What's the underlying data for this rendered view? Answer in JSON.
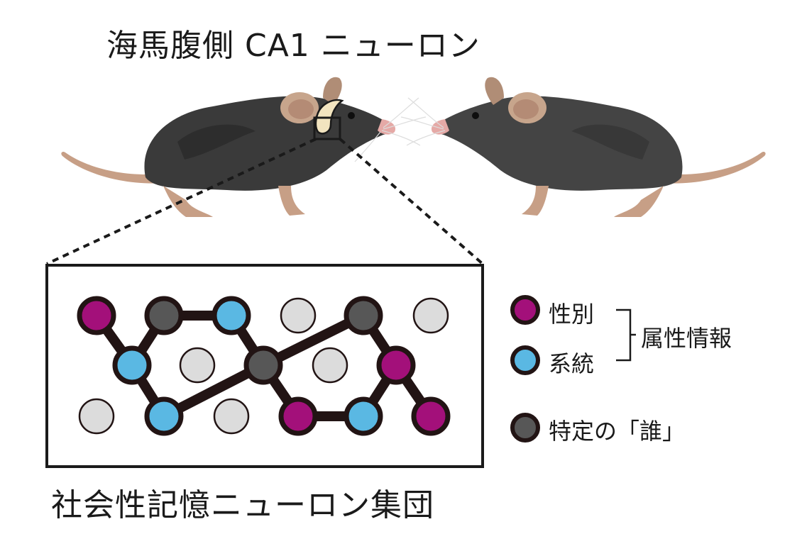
{
  "title": "海馬腹側 CA1 ニューロン",
  "caption": "社会性記憶ニューロン集団",
  "legend": {
    "sex": "性別",
    "strain": "系統",
    "specific_who": "特定の「誰」",
    "attribute_info": "属性情報"
  },
  "colors": {
    "sex": "#a3107a",
    "strain": "#5ab8e3",
    "specific_who": "#575757",
    "inactive": "#dcdcdc",
    "outline": "#221414",
    "mouse_body": "#3a3a3a",
    "mouse_ear": "#c7a58c",
    "hippocampus": "#f2e4bf"
  },
  "network": {
    "rows": [
      [
        "sex",
        "specific_who",
        "strain",
        "inactive",
        "specific_who",
        "inactive"
      ],
      [
        "strain",
        "inactive",
        "specific_who",
        "inactive",
        "sex"
      ],
      [
        "inactive",
        "strain",
        "inactive",
        "sex",
        "strain",
        "sex"
      ]
    ]
  }
}
